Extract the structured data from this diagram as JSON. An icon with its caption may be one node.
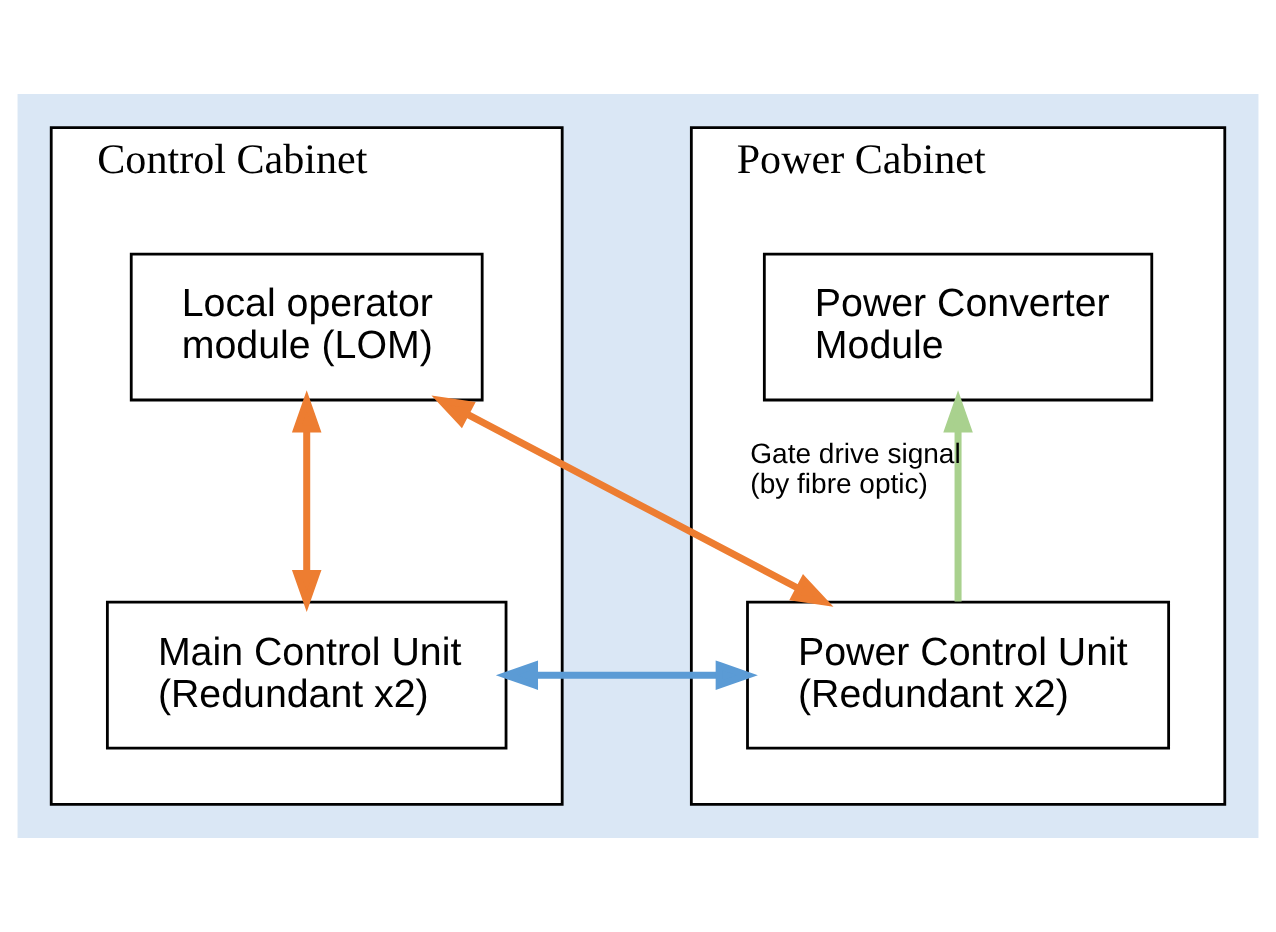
{
  "diagram": {
    "nodes": [
      {
        "text": [
          "Control Cabinet"
        ]
      },
      {
        "text": [
          "Local operator module (LOM)"
        ],
        "in": 0
      },
      {
        "text": [
          "Main Control Unit (Redundant x2)"
        ],
        "in": 0
      },
      {
        "text": [
          "Power Cabinet"
        ]
      },
      {
        "text": [
          "Power Converter Module"
        ],
        "in": 3
      },
      {
        "text": [
          "Power Control Unit (Redundant x2)"
        ],
        "in": 3
      }
    ],
    "edges": [
      {
        "from": 1,
        "to": 2,
        "arrow": "both",
        "color": "#ed7d31"
      },
      {
        "from": 1,
        "to": 5,
        "arrow": "both",
        "color": "#ed7d31"
      },
      {
        "from": 2,
        "to": 5,
        "arrow": "both",
        "color": "#5b9bd5"
      },
      {
        "from": 5,
        "to": 4,
        "arrow": "to",
        "label": "Gate drive signal (by fibre optic)",
        "color": "#a9d18e"
      }
    ]
  }
}
